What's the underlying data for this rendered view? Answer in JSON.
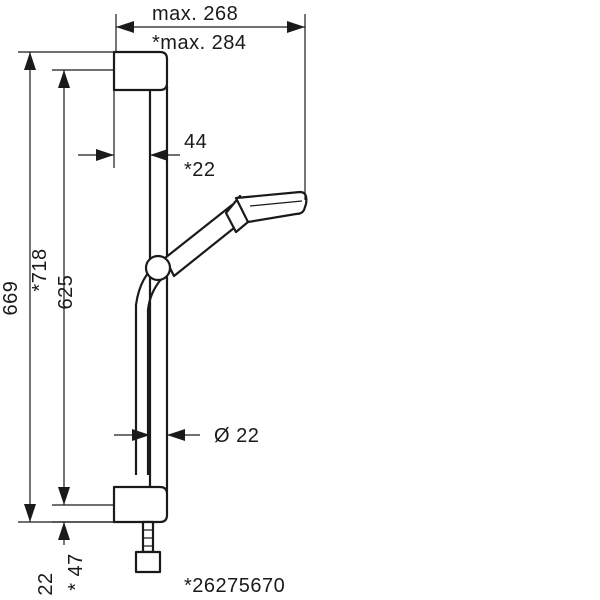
{
  "drawing": {
    "top_width": "max. 268",
    "top_width_alt": "*max. 284",
    "wall_offset": "44",
    "wall_offset_alt": "*22",
    "total_height": "669",
    "total_height_alt": "*718",
    "rail_height": "625",
    "bar_diameter": "Ø 22",
    "bottom_offset": "22",
    "bottom_offset_alt": "* 47",
    "article_number": "*26275670"
  },
  "colors": {
    "line": "#1a1a1a",
    "background": "#ffffff"
  }
}
